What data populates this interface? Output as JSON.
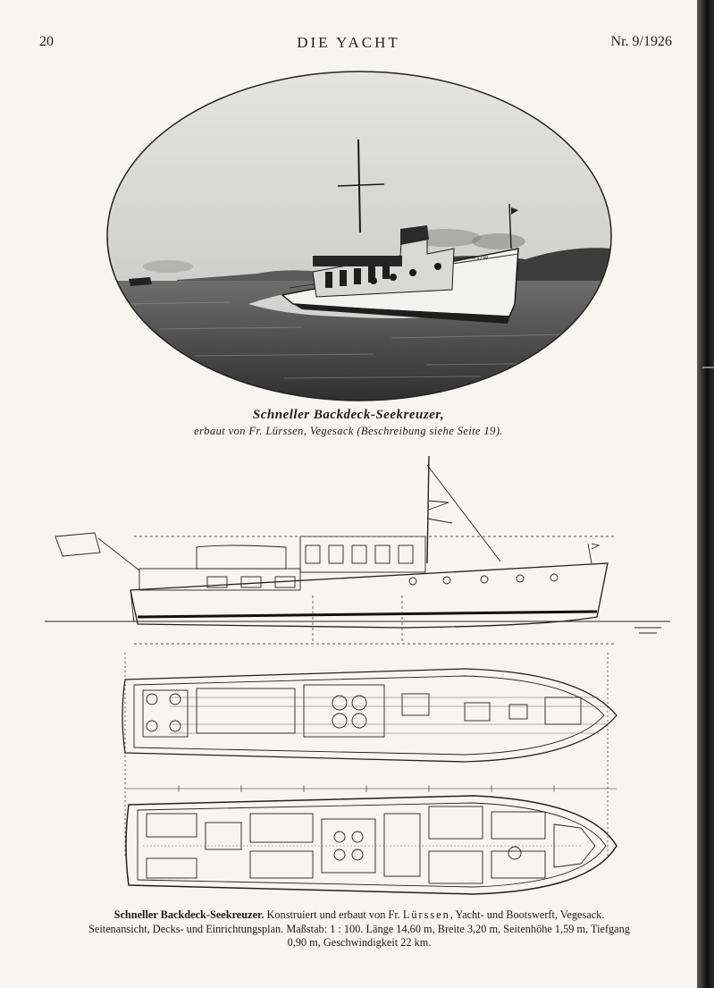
{
  "header": {
    "page_number": "20",
    "magazine_title": "DIE YACHT",
    "issue": "Nr. 9/1926"
  },
  "photo_caption": {
    "title": "Schneller Backdeck-Seekreuzer,",
    "subtitle": "erbaut von Fr. Lürssen, Vegesack (Beschreibung siehe Seite 19)."
  },
  "photo": {
    "hull_marking": "N 1799"
  },
  "plan_caption": {
    "title": "Schneller Backdeck-Seekreuzer.",
    "text_1": " Konstruiert und erbaut von Fr. ",
    "builder_spaced": "Lürssen",
    "text_2": ", Yacht- und Bootswerft, Vegesack.",
    "line_2": "Seitenansicht, Decks- und Einrichtungsplan.  Maßstab: 1 : 100.  Länge 14,60 m,  Breite 3,20 m,  Seitenhöhe 1,59 m,  Tiefgang",
    "line_3": "0,90 m,  Geschwindigkeit 22 km."
  }
}
